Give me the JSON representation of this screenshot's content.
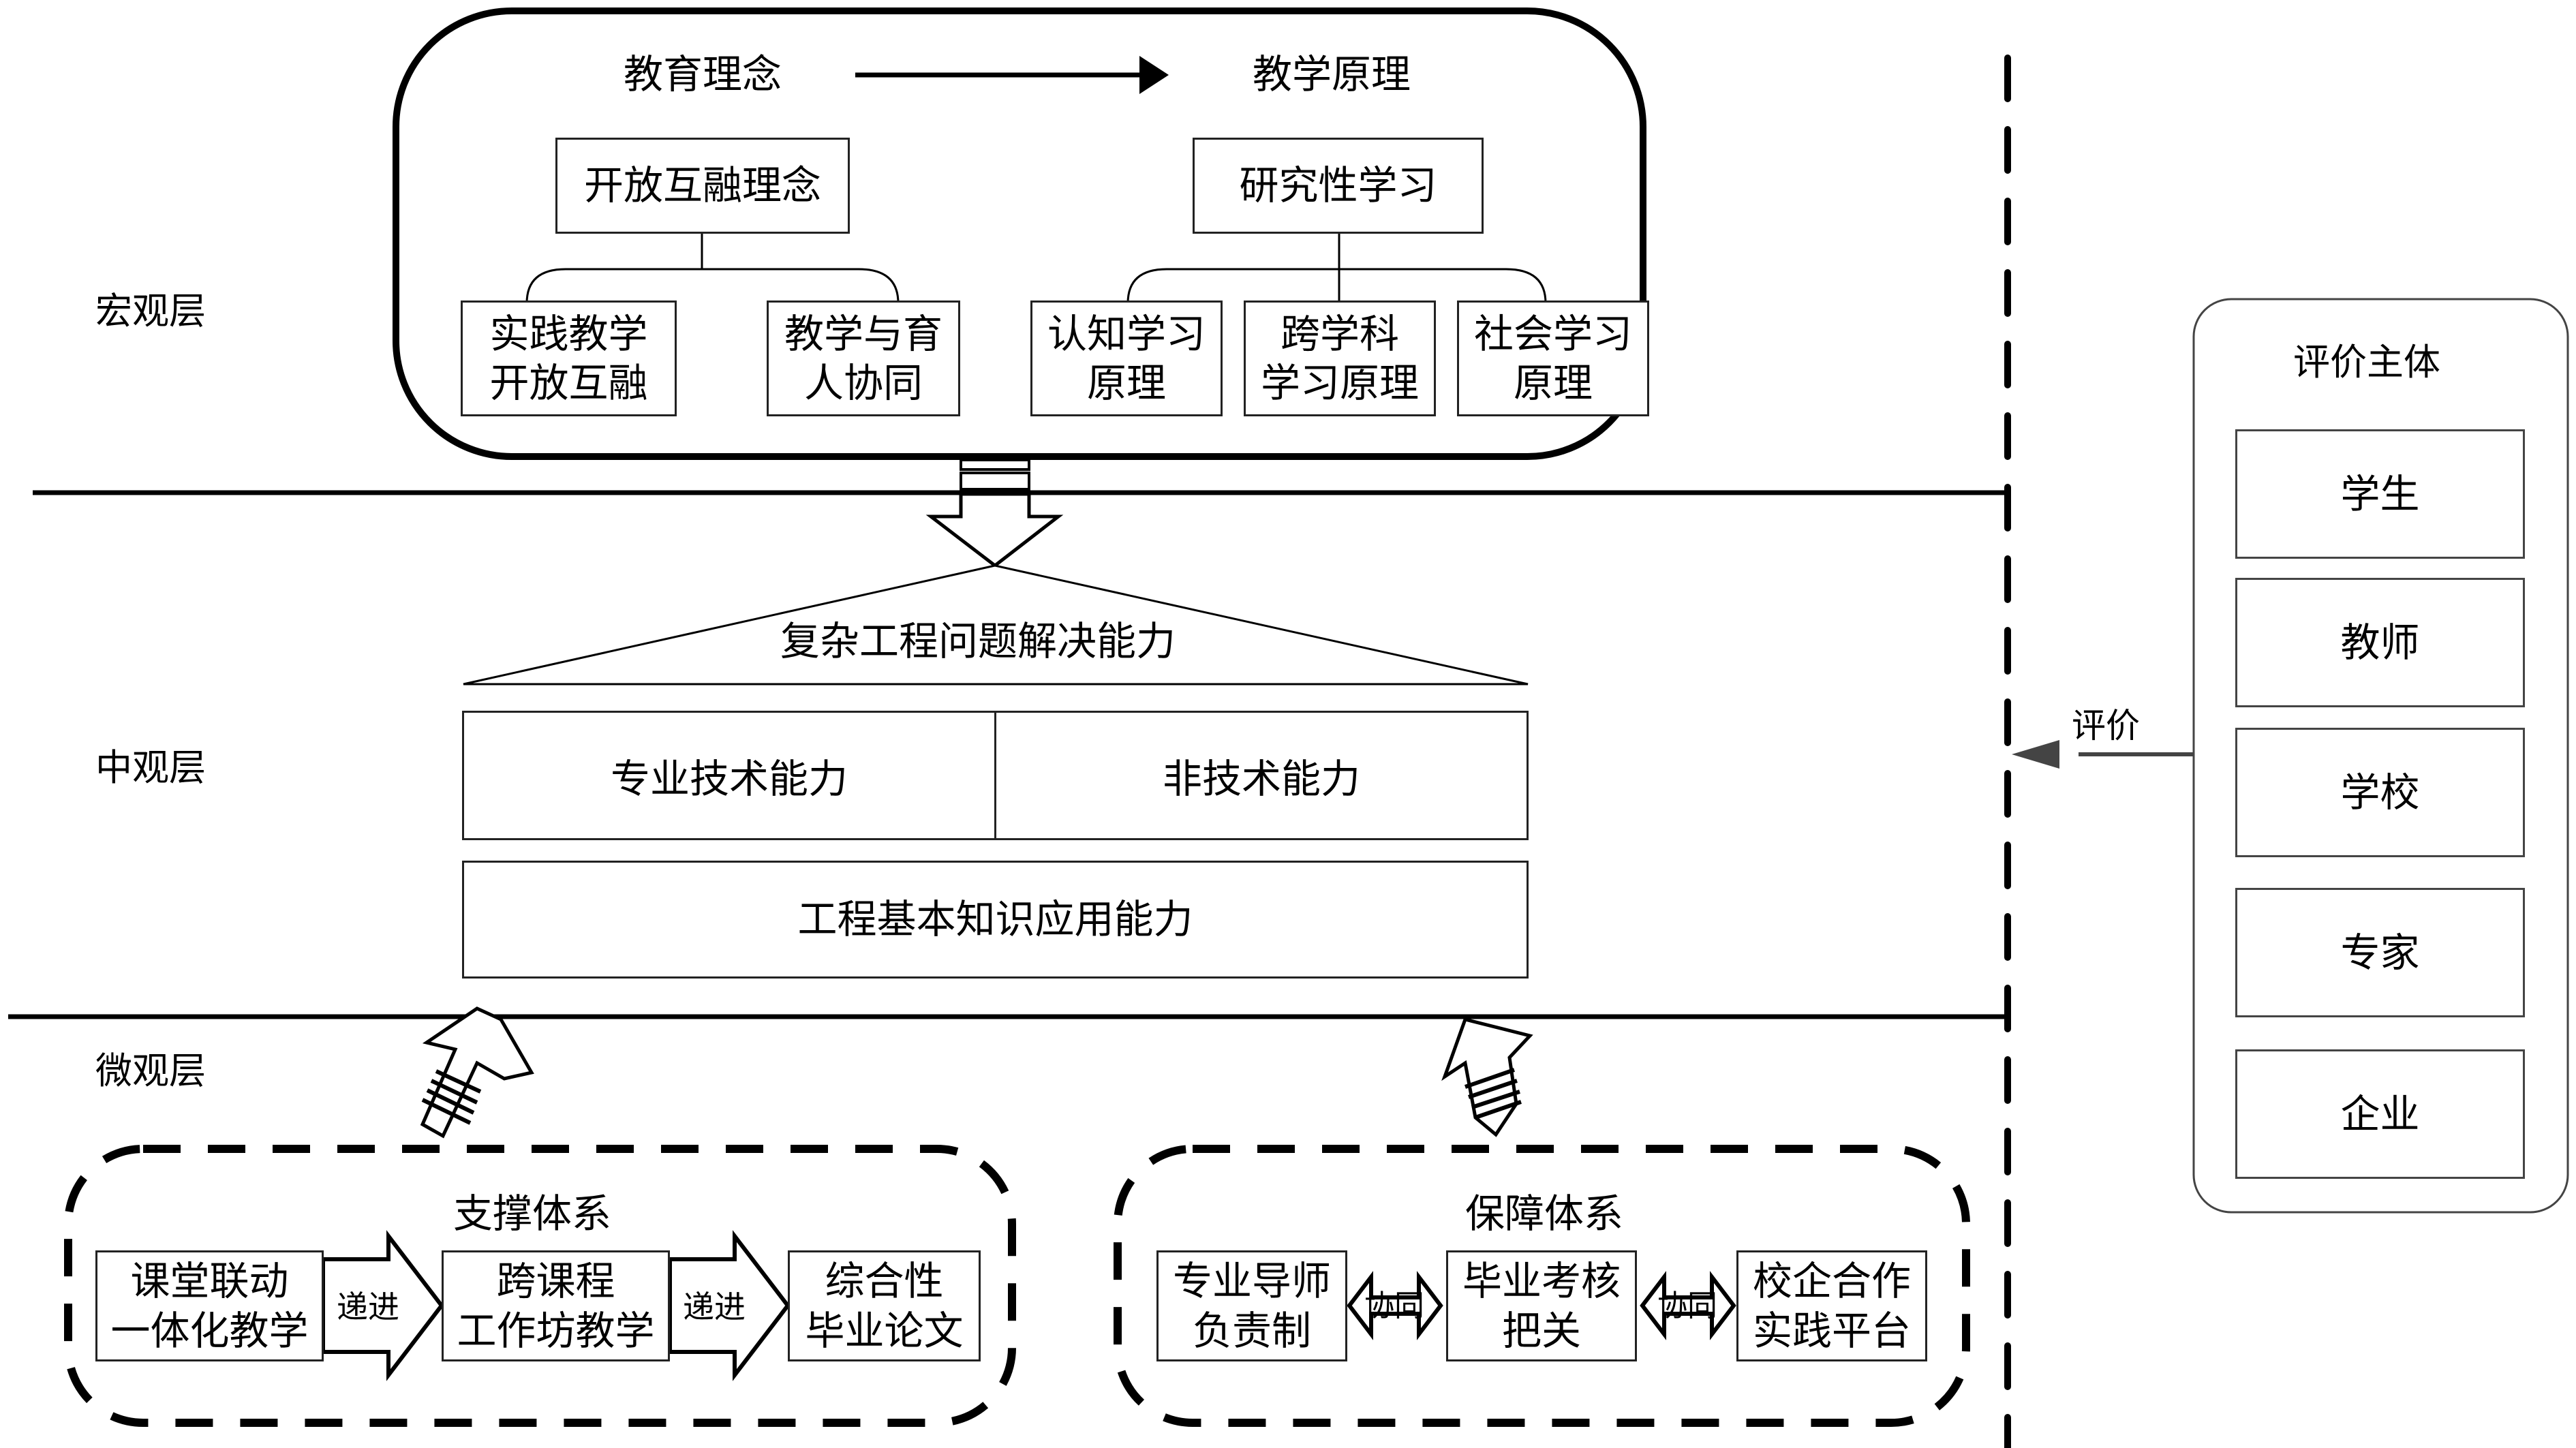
{
  "layers": {
    "macro": "宏观层",
    "meso": "中观层",
    "micro": "微观层"
  },
  "macro": {
    "left_heading": "教育理念",
    "right_heading": "教学原理",
    "left_root": "开放互融理念",
    "left_children": [
      "实践教学\n开放互融",
      "教学与育\n人协同"
    ],
    "right_root": "研究性学习",
    "right_children": [
      "认知学习\n原理",
      "跨学科\n学习原理",
      "社会学习\n原理"
    ]
  },
  "meso": {
    "triangle_label": "复杂工程问题解决能力",
    "split_left": "专业技术能力",
    "split_right": "非技术能力",
    "base": "工程基本知识应用能力"
  },
  "support": {
    "title": "支撑体系",
    "items": [
      "课堂联动\n一体化教学",
      "跨课程\n工作坊教学",
      "综合性\n毕业论文"
    ],
    "connector": "递进"
  },
  "guarantee": {
    "title": "保障体系",
    "items": [
      "专业导师\n负责制",
      "毕业考核\n把关",
      "校企合作\n实践平台"
    ],
    "connector": "协同"
  },
  "evaluation": {
    "title": "评价主体",
    "arrow_label": "评价",
    "items": [
      "学生",
      "教师",
      "学校",
      "专家",
      "企业"
    ]
  }
}
